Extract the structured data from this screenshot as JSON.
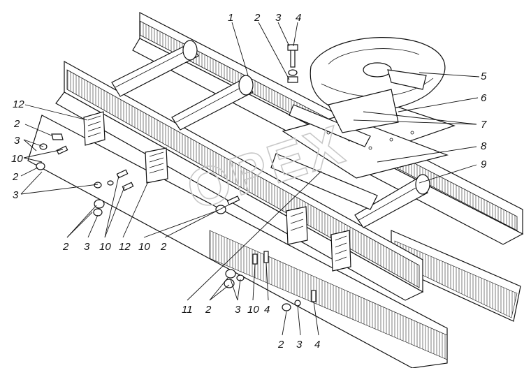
{
  "watermark": "OPEX",
  "callouts": [
    {
      "id": "c1",
      "text": "1"
    },
    {
      "id": "c2a",
      "text": "2"
    },
    {
      "id": "c3a",
      "text": "3"
    },
    {
      "id": "c4a",
      "text": "4"
    },
    {
      "id": "c5",
      "text": "5"
    },
    {
      "id": "c6",
      "text": "6"
    },
    {
      "id": "c7",
      "text": "7"
    },
    {
      "id": "c8",
      "text": "8"
    },
    {
      "id": "c9",
      "text": "9"
    },
    {
      "id": "c12a",
      "text": "12"
    },
    {
      "id": "c2b",
      "text": "2"
    },
    {
      "id": "c3b",
      "text": "3"
    },
    {
      "id": "c10a",
      "text": "10"
    },
    {
      "id": "c2c",
      "text": "2"
    },
    {
      "id": "c3c",
      "text": "3"
    },
    {
      "id": "c2d",
      "text": "2"
    },
    {
      "id": "c3d",
      "text": "3"
    },
    {
      "id": "c10b",
      "text": "10"
    },
    {
      "id": "c12b",
      "text": "12"
    },
    {
      "id": "c10c",
      "text": "10"
    },
    {
      "id": "c2e",
      "text": "2"
    },
    {
      "id": "c11",
      "text": "11"
    },
    {
      "id": "c2f",
      "text": "2"
    },
    {
      "id": "c3e",
      "text": "3"
    },
    {
      "id": "c10d",
      "text": "10"
    },
    {
      "id": "c4b",
      "text": "4"
    },
    {
      "id": "c2g",
      "text": "2"
    },
    {
      "id": "c3f",
      "text": "3"
    },
    {
      "id": "c4c",
      "text": "4"
    }
  ]
}
